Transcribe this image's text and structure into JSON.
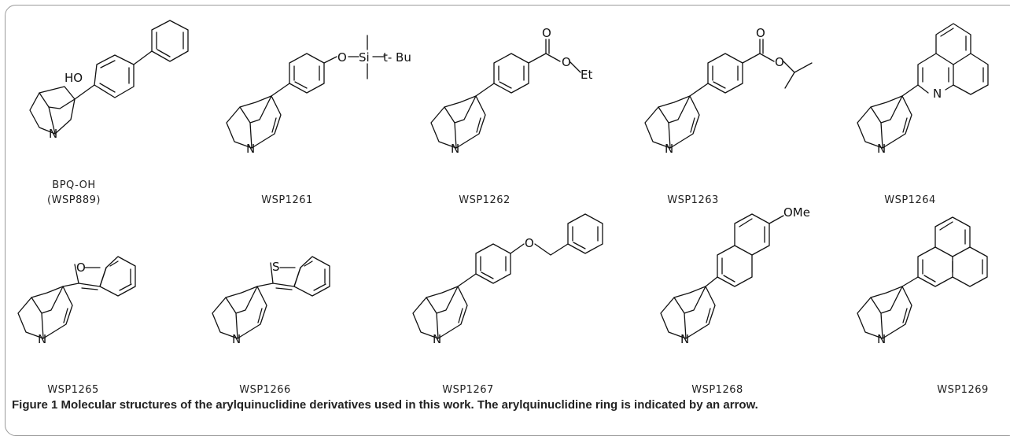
{
  "figure": {
    "label": "Figure 1",
    "caption": "Molecular structures of the arylquinuclidine derivatives used in this work. The arylquinuclidine ring is indicated by an arrow."
  },
  "compounds": [
    {
      "name": "BPQ-OH",
      "alias": "(WSP889)",
      "atoms": [
        "HO",
        "N"
      ]
    },
    {
      "name": "WSP1261",
      "atoms": [
        "O",
        "Si",
        "t- Bu",
        "N"
      ]
    },
    {
      "name": "WSP1262",
      "atoms": [
        "O",
        "O",
        "Et",
        "N"
      ]
    },
    {
      "name": "WSP1263",
      "atoms": [
        "O",
        "O",
        "N"
      ]
    },
    {
      "name": "WSP1264",
      "atoms": [
        "N",
        "N"
      ]
    },
    {
      "name": "WSP1265",
      "atoms": [
        "O",
        "N"
      ]
    },
    {
      "name": "WSP1266",
      "atoms": [
        "S",
        "N"
      ]
    },
    {
      "name": "WSP1267",
      "atoms": [
        "O",
        "N"
      ]
    },
    {
      "name": "WSP1268",
      "atoms": [
        "OMe",
        "N"
      ]
    },
    {
      "name": "WSP1269",
      "atoms": [
        "N"
      ]
    }
  ]
}
